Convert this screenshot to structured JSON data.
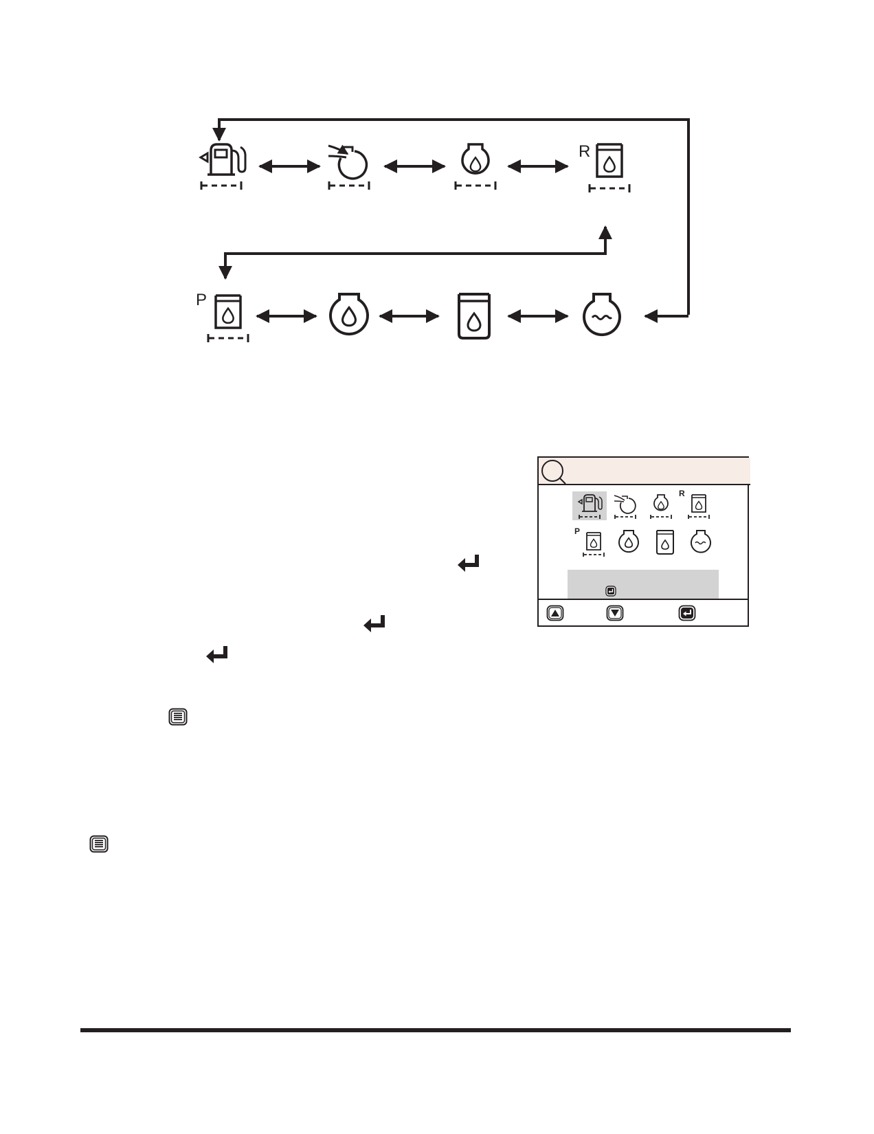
{
  "flow_diagram": {
    "labels": {
      "receiver_tank": "R",
      "pump_tank": "P"
    }
  },
  "screen": {
    "labels": {
      "receiver_tank": "R",
      "pump_tank": "P"
    },
    "icons": {
      "header": "magnifier-icon",
      "selected": "fuel-dispenser-icon",
      "softkeys": [
        "up-arrow-icon",
        "down-arrow-icon",
        "enter-icon"
      ]
    }
  },
  "colors": {
    "ink": "#231f20",
    "lcd_header": "#f7ece6",
    "lcd_highlight": "#d3d3d3"
  }
}
